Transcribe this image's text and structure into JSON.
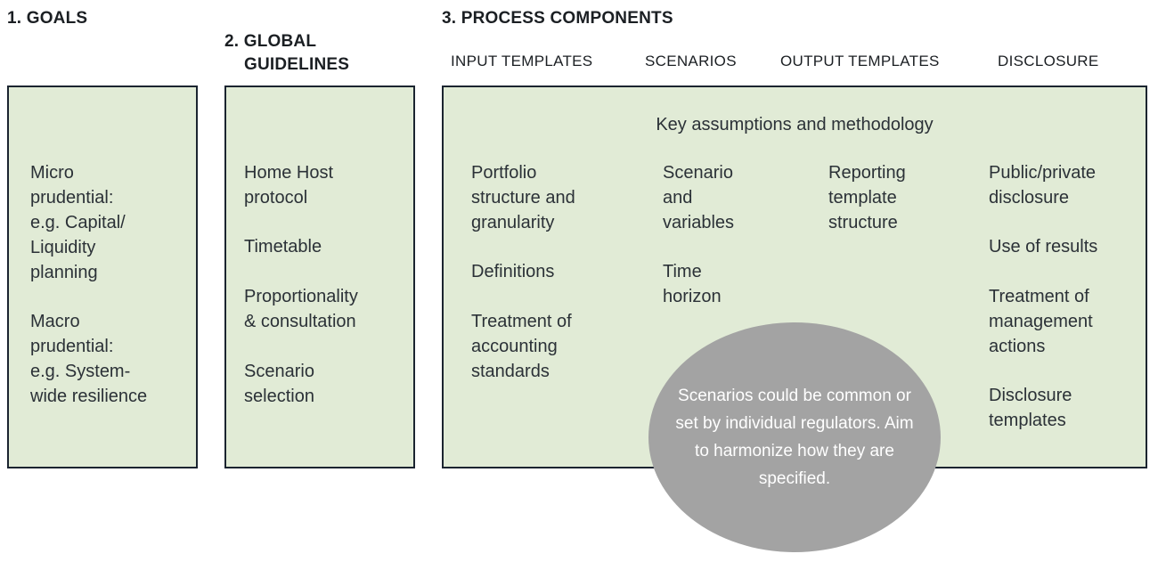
{
  "sections": [
    {
      "number": "1.",
      "title": "1. GOALS"
    },
    {
      "number": "2.",
      "title": "2. GLOBAL",
      "title_line2": "GUIDELINES"
    },
    {
      "number": "3.",
      "title": "3. PROCESS COMPONENTS"
    }
  ],
  "column_headers": [
    "INPUT TEMPLATES",
    "SCENARIOS",
    "OUTPUT TEMPLATES",
    "DISCLOSURE"
  ],
  "panels": {
    "goals": {
      "blocks": [
        "Micro\nprudential:\ne.g. Capital/\nLiquidity\nplanning",
        "Macro\nprudential:\ne.g. System-\nwide resilience"
      ]
    },
    "global_guidelines": {
      "blocks": [
        "Home Host\nprotocol",
        "Timetable",
        "Proportionality\n& consultation",
        "Scenario\nselection"
      ]
    },
    "process_components": {
      "banner": "Key assumptions and methodology",
      "columns": [
        {
          "header": "INPUT TEMPLATES",
          "blocks": [
            "Portfolio\nstructure and\ngranularity",
            "Definitions",
            "Treatment of\naccounting\nstandards"
          ]
        },
        {
          "header": "SCENARIOS",
          "blocks": [
            "Scenario\nand\nvariables",
            "Time\nhorizon"
          ]
        },
        {
          "header": "OUTPUT TEMPLATES",
          "blocks": [
            "Reporting\ntemplate\nstructure"
          ]
        },
        {
          "header": "DISCLOSURE",
          "blocks": [
            "Public/private\ndisclosure",
            "Use of results",
            "Treatment of\nmanagement\nactions",
            "Disclosure\ntemplates"
          ]
        }
      ]
    }
  },
  "callout": {
    "text": "Scenarios could be common or set by individual regulators. Aim to harmonize how they are specified."
  },
  "colors": {
    "panel_fill": "#e1ebd6",
    "panel_border": "#1b2430",
    "callout_fill": "#a3a3a3",
    "callout_text": "#ffffff",
    "body_text": "#2b3137",
    "heading_text": "#1b1f23",
    "page_background": "#ffffff"
  }
}
